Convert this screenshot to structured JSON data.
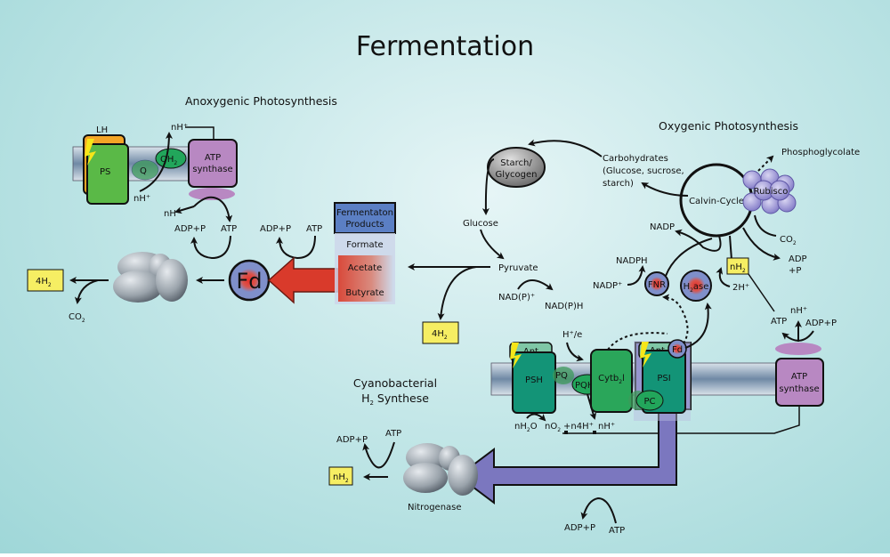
{
  "title": "Fermentation",
  "sections": {
    "anoxygenic": "Anoxygenic Photosynthesis",
    "oxygenic": "Oxygenic Photosynthesis",
    "cyano_line1": "Cyanobacterial",
    "cyano_line2_sub": "2",
    "cyano_line2_pre": "H",
    "cyano_line2_post": " Synthese"
  },
  "anoxygenic": {
    "lh": "LH",
    "ps": "PS",
    "q": "Q",
    "qh2": "QH",
    "qh2_sub": "2",
    "atp_synthase_1": "ATP",
    "atp_synthase_2": "synthase",
    "nh_top": "nH⁺",
    "nh_bottom": "nH⁺",
    "nh_left": "nH⁺",
    "adp_p_1": "ADP+P",
    "atp_1": "ATP",
    "adp_p_2": "ADP+P",
    "atp_2": "ATP",
    "fd": "Fd",
    "h2_box": "4H",
    "h2_sub": "2",
    "co2": "CO",
    "co2_sub": "2"
  },
  "fermentation_products": {
    "header_1": "Fermentaton",
    "header_2": "Products",
    "items": [
      "Formate",
      "Acetate",
      "Butyrate"
    ]
  },
  "glycolysis": {
    "starch_1": "Starch/",
    "starch_2": "Glycogen",
    "glucose": "Glucose",
    "pyruvate": "Pyruvate",
    "nadp_plus": "NAD(P)⁺",
    "nadph": "NAD(P)H",
    "h2_box": "4H",
    "h2_sub": "2"
  },
  "oxygenic": {
    "carbohydrates_1": "Carbohydrates",
    "carbohydrates_2": "(Glucose, sucrose,",
    "carbohydrates_3": "starch)",
    "phosphoglycolate": "Phosphoglycolate",
    "calvin_cycle": "Calvin-Cycle",
    "rubisco": "Rubisco",
    "nadp": "NADP",
    "co2": "CO",
    "co2_sub": "2",
    "adp": "ADP",
    "plus_p": "+P",
    "nadph": "NADPH",
    "nadp_plus": "NADP⁺",
    "fnr": "FNR",
    "h2ase_pre": "H",
    "h2ase_sub": "2",
    "h2ase_post": "ase",
    "nh2": "nH",
    "nh2_sub": "2",
    "two_h": "2H⁺",
    "atp": "ATP",
    "nh_plus": "nH⁺",
    "adp_p": "ADP+P",
    "atp_synthase_1": "ATP",
    "atp_synthase_2": "synthase"
  },
  "thylakoid": {
    "ant_1": "Ant.",
    "psh": "PSH",
    "pq": "PQ",
    "pqh2": "PQH",
    "pqh2_sub": "2",
    "cytb": "Cytb",
    "cytb_sub": "2",
    "cytb_post": "l",
    "ant_2": "Ant.",
    "fd": "Fd",
    "psi": "PSI",
    "pc": "PC",
    "h_e": "H⁺/e",
    "nh2o": "nH",
    "nh2o_sub": "2",
    "nh2o_post": "O",
    "no2": "nO",
    "no2_sub": "2",
    "n4h": "+n4H⁺",
    "nh": "nH⁺"
  },
  "nitrogenase": {
    "label": "Nitrogenase",
    "adp_p_left": "ADP+P",
    "atp_left": "ATP",
    "nh2": "nH",
    "nh2_sub": "2",
    "adp_p_bottom": "ADP+P",
    "atp_bottom": "ATP"
  },
  "colors": {
    "ps_green": "#5ab947",
    "lh_orange": "#f4a526",
    "lightning": "#f6e619",
    "atp_synthase": "#b888c2",
    "membrane": "#8ea4ba",
    "fd_blue": "#7f8fca",
    "fd_red": "#e8302a",
    "red_arrow": "#d93a2b",
    "products_header": "#5b7fc4",
    "products_body": "#cdd6ea",
    "yellow_box": "#f6ee63",
    "teal_ps": "#139477",
    "cyt_green": "#2aa65a",
    "purple_arrow": "#7b77bf",
    "rubisco": "#9089cf",
    "enzyme_gray": "#9aa3ab"
  }
}
